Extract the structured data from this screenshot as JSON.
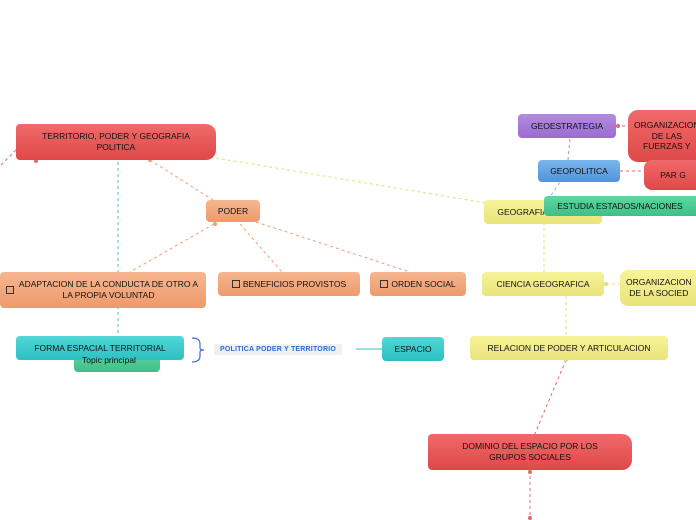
{
  "nodes": {
    "territorio": "TERRITORIO, PODER Y GEOGRAFIA POLITICA",
    "poder": "PODER",
    "adaptacion": "ADAPTACION DE LA CONDUCTA DE OTRO A LA PROPIA VOLUNTAD",
    "beneficios": "BENEFICIOS PROVISTOS",
    "orden": "ORDEN SOCIAL",
    "forma": "FORMA ESPACIAL TERRITORIAL",
    "topic": "Topic principal",
    "relation": "POLITICA PODER Y TERRITORIO",
    "espacio": "ESPACIO",
    "geoestrategia": "GEOESTRATEGIA",
    "organiza_fuerzas": "ORGANIZACION DE LAS FUERZAS Y",
    "geopolitica": "GEOPOLITICA",
    "par": "PAR G",
    "estudia": "ESTUDIA ESTADOS/NACIONES",
    "geografia_politica": "GEOGRAFIA POLITICA",
    "ciencia": "CIENCIA GEOGRAFICA",
    "organizacion_sociedad": "ORGANIZACION DE LA SOCIED",
    "relacion_poder": "RELACION DE PODER Y ARTICULACION",
    "dominio": "DOMINIO DEL ESPACIO POR LOS GRUPOS SOCIALES"
  },
  "colors": {
    "red": "#e04848",
    "orange": "#ee9a6c",
    "yellow": "#eae47a",
    "purple": "#9a6cd0",
    "blue": "#5294da",
    "green": "#3fbf88",
    "teal": "#2cc0c2"
  }
}
